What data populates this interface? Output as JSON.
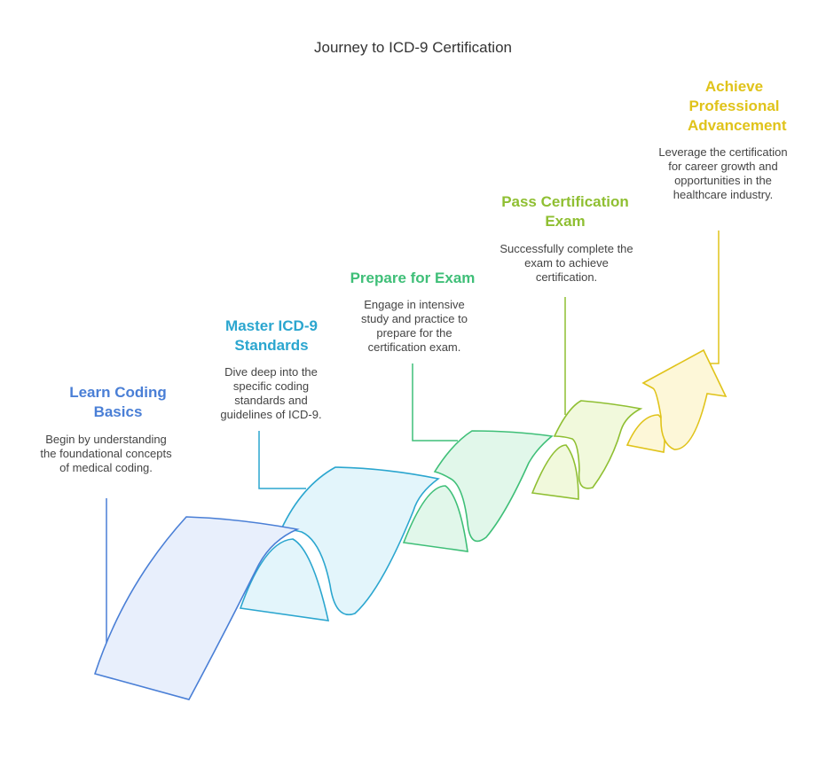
{
  "title": "Journey to ICD-9 Certification",
  "steps": [
    {
      "title": "Learn Coding Basics",
      "description": "Begin by understanding the foundational concepts of medical coding.",
      "color": "#4a7fd6",
      "fill": "#e8effc"
    },
    {
      "title": "Master ICD-9 Standards",
      "description": "Dive deep into the specific coding standards and guidelines of ICD-9.",
      "color": "#2ba6cf",
      "fill": "#e3f5fb"
    },
    {
      "title": "Prepare for Exam",
      "description": "Engage in intensive study and practice to prepare for the certification exam.",
      "color": "#3fbf78",
      "fill": "#e1f7ea"
    },
    {
      "title": "Pass Certification Exam",
      "description": "Successfully complete the exam to achieve certification.",
      "color": "#8fbf32",
      "fill": "#f1f9dc"
    },
    {
      "title": "Achieve Professional Advancement",
      "description": "Leverage the certification for career growth and opportunities in the healthcare industry.",
      "color": "#e0c31a",
      "fill": "#fdf7d8"
    }
  ]
}
